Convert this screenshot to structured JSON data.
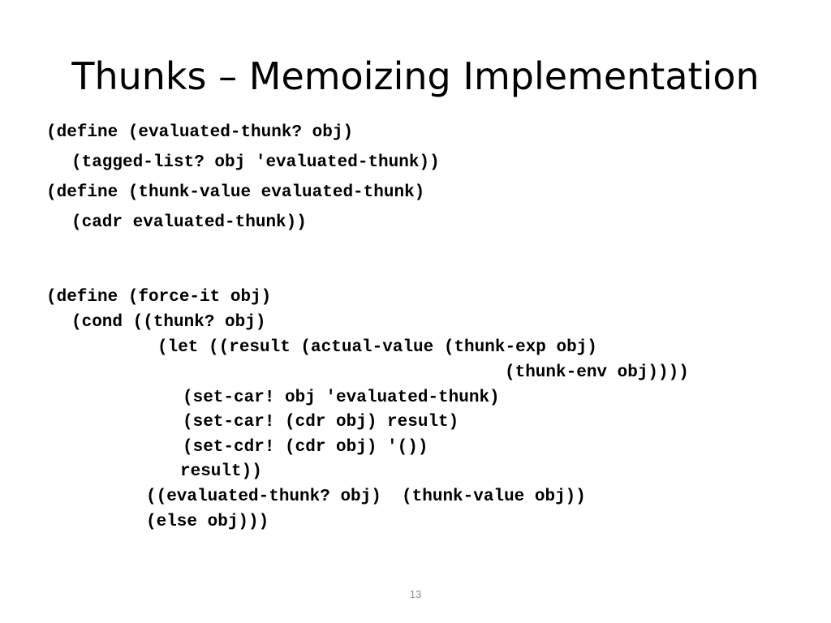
{
  "slide": {
    "title": "Thunks – Memoizing Implementation",
    "page_number": "13",
    "code_lines": [
      "(define (evaluated-thunk? obj)",
      "(tagged-list? obj 'evaluated-thunk))",
      "(define (thunk-value evaluated-thunk)",
      "(cadr evaluated-thunk))",
      "(define (force-it obj)",
      "(cond ((thunk? obj)",
      "(let ((result (actual-value (thunk-exp obj)",
      "(thunk-env obj))))",
      "(set-car! obj 'evaluated-thunk)",
      "(set-car! (cdr obj) result)",
      "(set-cdr! (cdr obj) '())",
      "result))",
      "((evaluated-thunk? obj)  (thunk-value obj))",
      "(else obj)))"
    ]
  }
}
